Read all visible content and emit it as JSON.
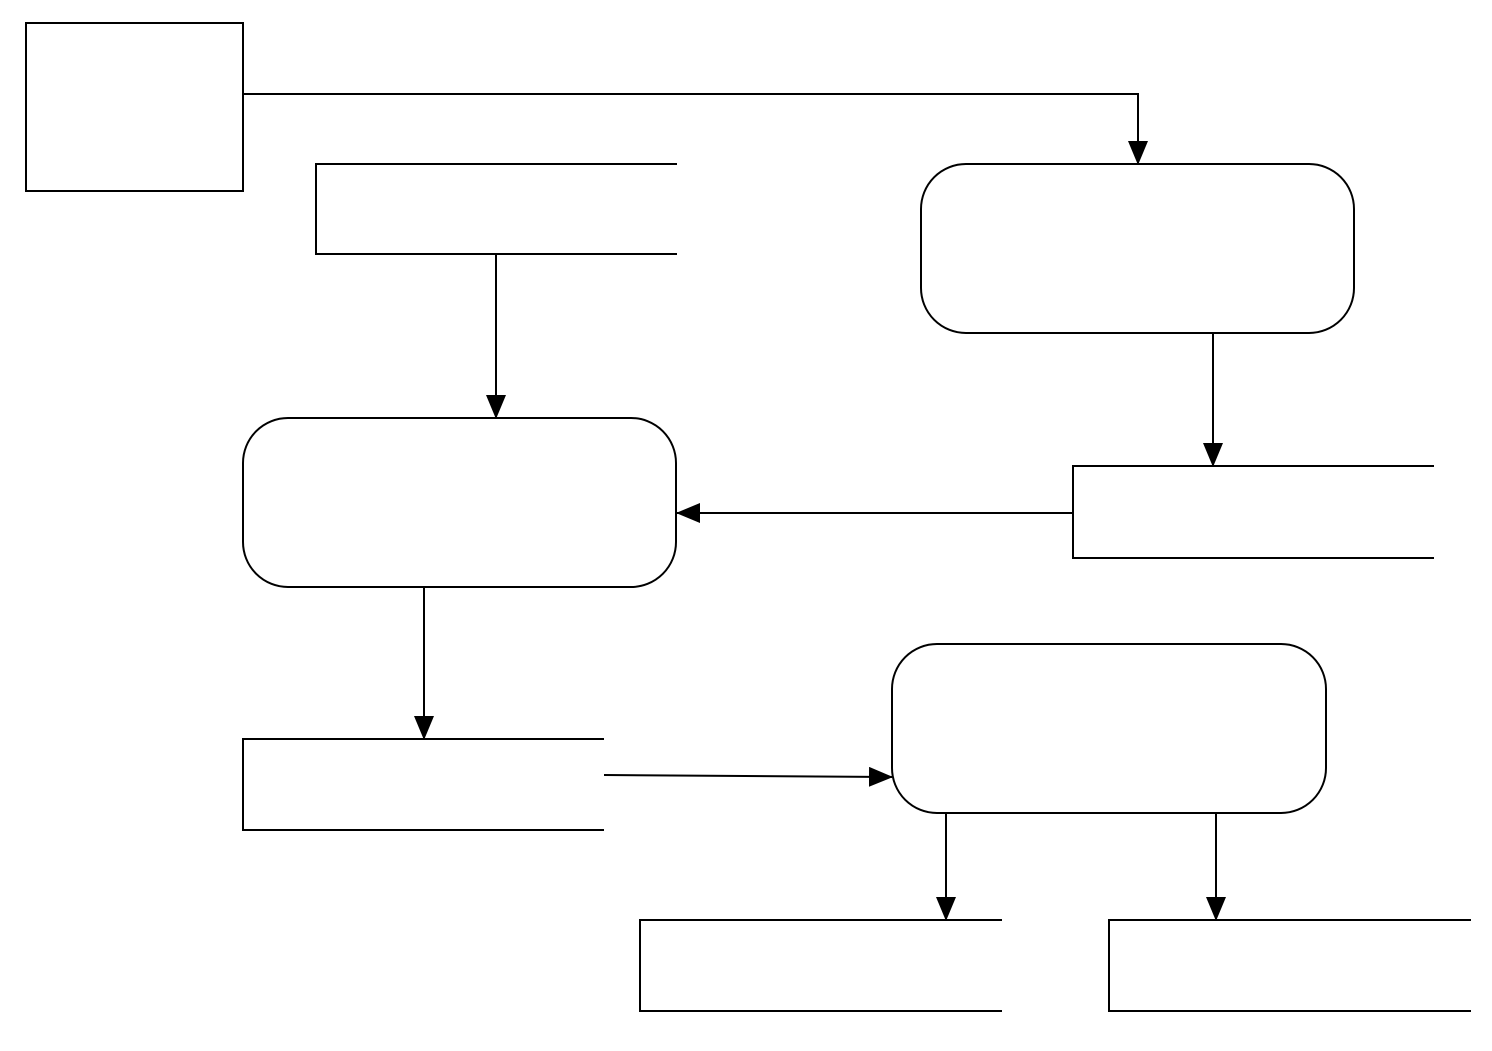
{
  "diagram": {
    "type": "data-flow-diagram",
    "stroke_color": "#000000",
    "fill_color": "#ffffff",
    "nodes": [
      {
        "id": "external-entity",
        "kind": "external-entity",
        "label": ""
      },
      {
        "id": "data-store-top-left",
        "kind": "data-store",
        "label": ""
      },
      {
        "id": "process-top-right",
        "kind": "process",
        "label": ""
      },
      {
        "id": "process-middle-left",
        "kind": "process",
        "label": ""
      },
      {
        "id": "data-store-middle-right",
        "kind": "data-store",
        "label": ""
      },
      {
        "id": "data-store-lower-left",
        "kind": "data-store",
        "label": ""
      },
      {
        "id": "process-lower-right",
        "kind": "process",
        "label": ""
      },
      {
        "id": "data-store-bottom-left",
        "kind": "data-store",
        "label": ""
      },
      {
        "id": "data-store-bottom-right",
        "kind": "data-store",
        "label": ""
      }
    ],
    "edges": [
      {
        "from": "external-entity",
        "to": "process-top-right"
      },
      {
        "from": "data-store-top-left",
        "to": "process-middle-left"
      },
      {
        "from": "process-top-right",
        "to": "data-store-middle-right"
      },
      {
        "from": "data-store-middle-right",
        "to": "process-middle-left"
      },
      {
        "from": "process-middle-left",
        "to": "data-store-lower-left"
      },
      {
        "from": "data-store-lower-left",
        "to": "process-lower-right"
      },
      {
        "from": "process-lower-right",
        "to": "data-store-bottom-left"
      },
      {
        "from": "process-lower-right",
        "to": "data-store-bottom-right"
      }
    ]
  }
}
